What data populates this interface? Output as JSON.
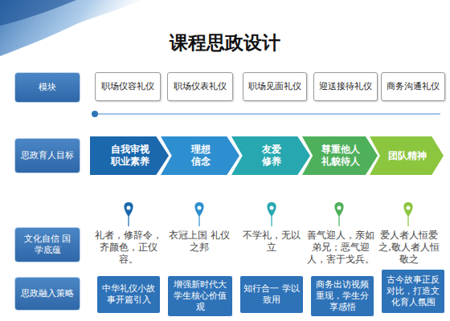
{
  "diagram": {
    "title": "课程思政设计",
    "nodes": [
      {
        "text": [
          "模块"
        ]
      },
      {
        "text": [
          "职场仪容礼仪"
        ]
      },
      {
        "text": [
          "职场仪表礼仪"
        ]
      },
      {
        "text": [
          "职场见面礼仪"
        ]
      },
      {
        "text": [
          "迎送接待礼仪"
        ]
      },
      {
        "text": [
          "商务沟通礼仪"
        ]
      },
      {
        "text": [
          "思政育人目标"
        ]
      },
      {
        "text": [
          "自我审视 职业素养"
        ]
      },
      {
        "text": [
          "理想 信念"
        ]
      },
      {
        "text": [
          "友爱 修养"
        ]
      },
      {
        "text": [
          "尊重他人 礼貌待人"
        ]
      },
      {
        "text": [
          "团队精神"
        ]
      },
      {
        "text": [
          "文化自信 国学底蕴"
        ]
      },
      {
        "text": [
          "思政融入策略"
        ]
      },
      {
        "text": [
          "中华礼仪小故事开篇引入"
        ]
      },
      {
        "text": [
          "增强新时代大学生核心价值观"
        ]
      },
      {
        "text": [
          "知行合一 学以致用"
        ]
      },
      {
        "text": [
          "商务出访视频重现，学生分享感悟"
        ]
      },
      {
        "text": [
          "古今故事正反对比，打造文化育人氛围"
        ]
      }
    ],
    "labels": [
      "礼者，修辞令，齐颜色，正仪容。",
      "衣冠上国 礼仪之邦",
      "不学礼，无以立",
      "善气迎人，亲如弟兄；恶气迎人，害于戈兵。",
      "爱人者人恒爱之,敬人者人恒敬之"
    ]
  }
}
